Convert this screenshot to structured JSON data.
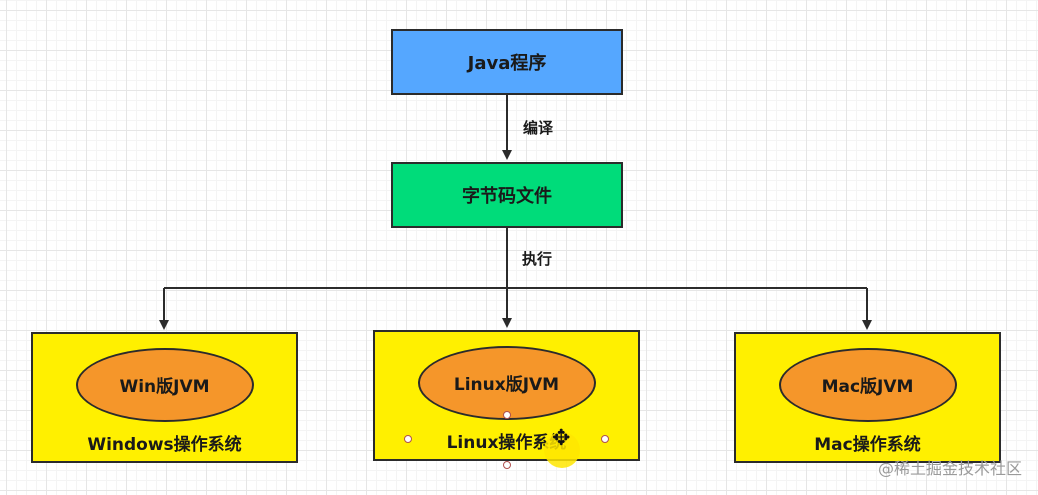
{
  "nodes": {
    "java_program": "Java程序",
    "bytecode": "字节码文件"
  },
  "edges": {
    "compile": "编译",
    "execute": "执行"
  },
  "platforms": [
    {
      "jvm": "Win版JVM",
      "os": "Windows操作系统"
    },
    {
      "jvm": "Linux版JVM",
      "os": "Linux操作系统"
    },
    {
      "jvm": "Mac版JVM",
      "os": "Mac操作系统"
    }
  ],
  "watermark": "@稀土掘金技术社区",
  "colors": {
    "java_box": "#55a7ff",
    "bytecode_box": "#00dc7a",
    "os_box": "#fff000",
    "jvm_ellipse": "#f5962a"
  }
}
